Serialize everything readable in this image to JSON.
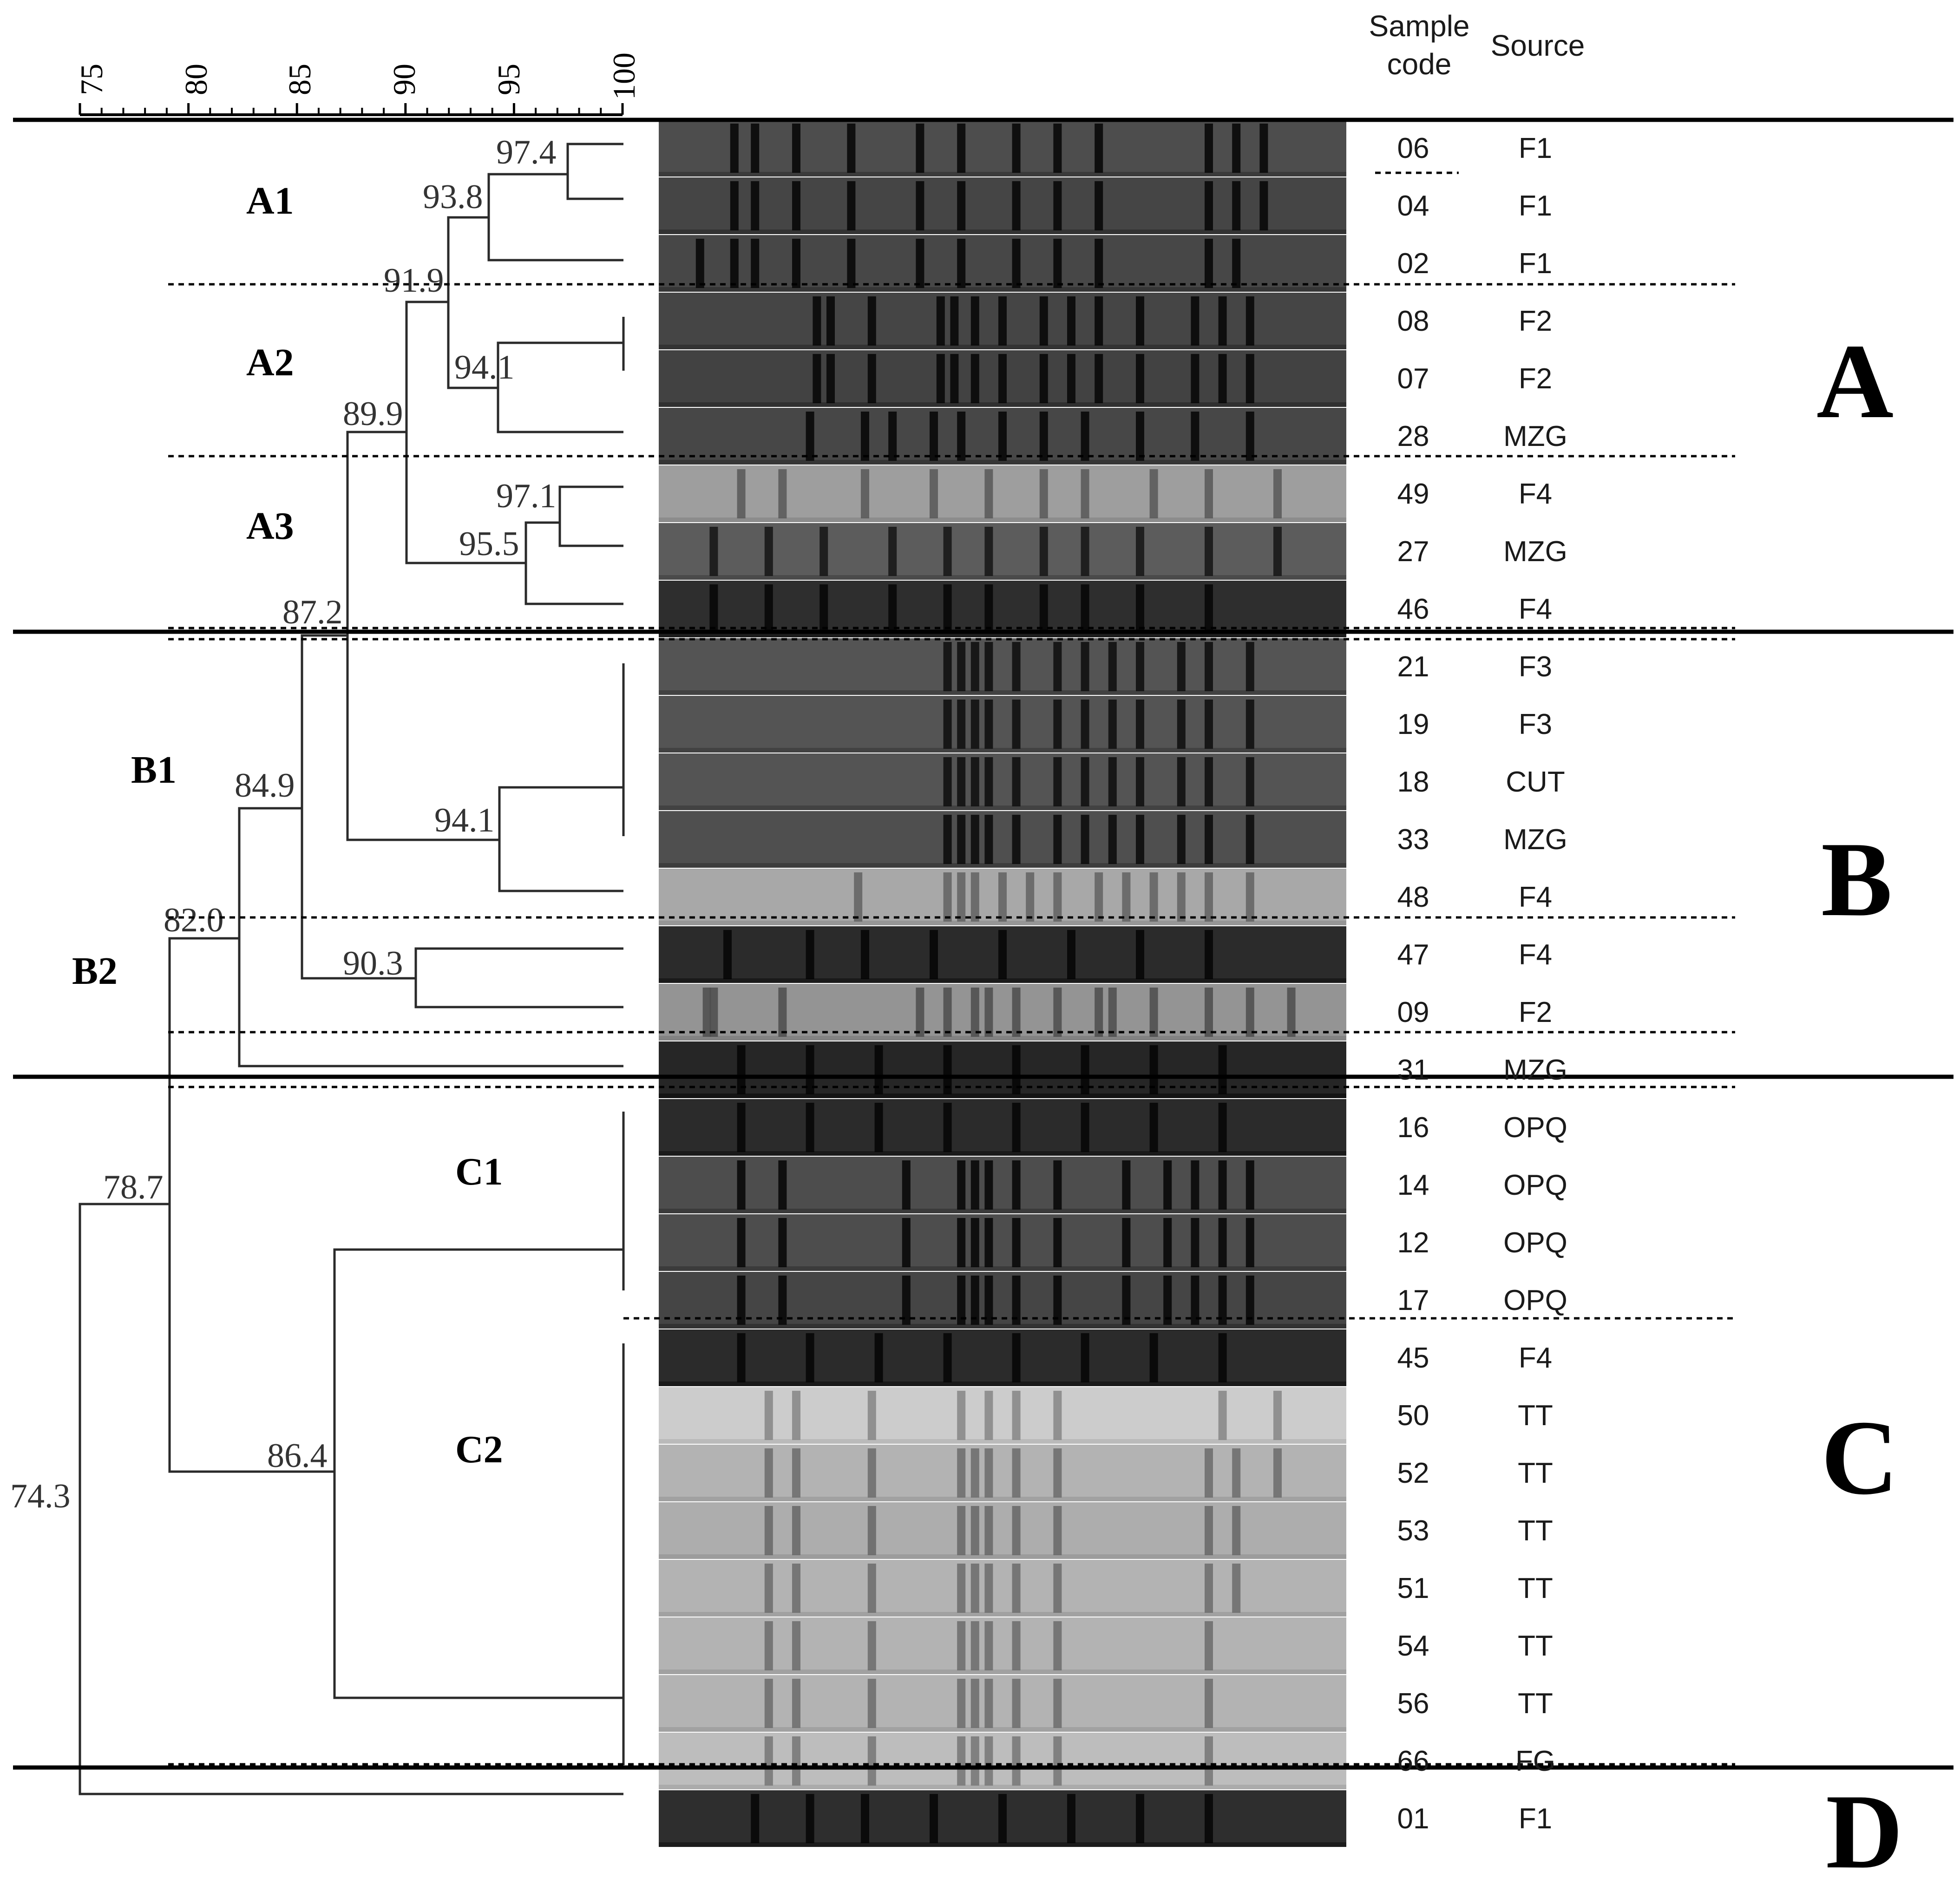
{
  "colors": {
    "ink": "#000000",
    "background": "#ffffff"
  },
  "scale": {
    "ticks": [
      "75",
      "80",
      "85",
      "90",
      "95",
      "100"
    ],
    "values": [
      75,
      80,
      85,
      90,
      95,
      100
    ]
  },
  "header": {
    "sample_code": [
      "Sample",
      "code"
    ],
    "source": "Source"
  },
  "lanes": [
    {
      "code": "06",
      "source": "F1",
      "shade": 0.3,
      "bands": [
        0.11,
        0.14,
        0.2,
        0.28,
        0.38,
        0.44,
        0.52,
        0.58,
        0.64,
        0.8,
        0.84,
        0.88
      ]
    },
    {
      "code": "04",
      "source": "F1",
      "shade": 0.27,
      "bands": [
        0.11,
        0.14,
        0.2,
        0.28,
        0.38,
        0.44,
        0.52,
        0.58,
        0.64,
        0.8,
        0.84,
        0.88
      ]
    },
    {
      "code": "02",
      "source": "F1",
      "shade": 0.28,
      "bands": [
        0.06,
        0.11,
        0.14,
        0.2,
        0.28,
        0.38,
        0.44,
        0.52,
        0.58,
        0.64,
        0.8,
        0.84
      ]
    },
    {
      "code": "08",
      "source": "F2",
      "shade": 0.27,
      "bands": [
        0.23,
        0.25,
        0.31,
        0.41,
        0.43,
        0.46,
        0.5,
        0.56,
        0.6,
        0.64,
        0.7,
        0.78,
        0.82,
        0.86
      ]
    },
    {
      "code": "07",
      "source": "F2",
      "shade": 0.26,
      "bands": [
        0.23,
        0.25,
        0.31,
        0.41,
        0.43,
        0.46,
        0.5,
        0.56,
        0.6,
        0.64,
        0.7,
        0.78,
        0.82,
        0.86
      ]
    },
    {
      "code": "28",
      "source": "MZG",
      "shade": 0.28,
      "bands": [
        0.22,
        0.3,
        0.34,
        0.4,
        0.44,
        0.5,
        0.56,
        0.62,
        0.7,
        0.78,
        0.86
      ]
    },
    {
      "code": "49",
      "source": "F4",
      "shade": 0.62,
      "bands": [
        0.12,
        0.18,
        0.3,
        0.4,
        0.48,
        0.56,
        0.62,
        0.72,
        0.8,
        0.9
      ]
    },
    {
      "code": "27",
      "source": "MZG",
      "shade": 0.36,
      "bands": [
        0.08,
        0.16,
        0.24,
        0.34,
        0.42,
        0.48,
        0.56,
        0.62,
        0.7,
        0.8,
        0.9
      ]
    },
    {
      "code": "46",
      "source": "F4",
      "shade": 0.18,
      "bands": [
        0.08,
        0.16,
        0.24,
        0.34,
        0.42,
        0.48,
        0.56,
        0.62,
        0.7,
        0.8
      ]
    },
    {
      "code": "21",
      "source": "F3",
      "shade": 0.33,
      "bands": [
        0.42,
        0.44,
        0.46,
        0.48,
        0.52,
        0.58,
        0.62,
        0.66,
        0.7,
        0.76,
        0.8,
        0.86
      ]
    },
    {
      "code": "19",
      "source": "F3",
      "shade": 0.33,
      "bands": [
        0.42,
        0.44,
        0.46,
        0.48,
        0.52,
        0.58,
        0.62,
        0.66,
        0.7,
        0.76,
        0.8,
        0.86
      ]
    },
    {
      "code": "18",
      "source": "CUT",
      "shade": 0.33,
      "bands": [
        0.42,
        0.44,
        0.46,
        0.48,
        0.52,
        0.58,
        0.62,
        0.66,
        0.7,
        0.76,
        0.8,
        0.86
      ]
    },
    {
      "code": "33",
      "source": "MZG",
      "shade": 0.31,
      "bands": [
        0.42,
        0.44,
        0.46,
        0.48,
        0.52,
        0.58,
        0.62,
        0.66,
        0.7,
        0.76,
        0.8,
        0.86
      ]
    },
    {
      "code": "48",
      "source": "F4",
      "shade": 0.66,
      "bands": [
        0.29,
        0.42,
        0.44,
        0.46,
        0.5,
        0.54,
        0.58,
        0.64,
        0.68,
        0.72,
        0.76,
        0.8,
        0.86
      ]
    },
    {
      "code": "47",
      "source": "F4",
      "shade": 0.17,
      "bands": [
        0.1,
        0.22,
        0.3,
        0.4,
        0.5,
        0.6,
        0.7,
        0.8
      ]
    },
    {
      "code": "09",
      "source": "F2",
      "shade": 0.58,
      "bands": [
        0.07,
        0.08,
        0.18,
        0.38,
        0.42,
        0.46,
        0.48,
        0.52,
        0.58,
        0.64,
        0.66,
        0.72,
        0.8,
        0.86,
        0.92
      ]
    },
    {
      "code": "31",
      "source": "MZG",
      "shade": 0.15,
      "bands": [
        0.12,
        0.22,
        0.32,
        0.42,
        0.52,
        0.62,
        0.72,
        0.82
      ]
    },
    {
      "code": "16",
      "source": "OPQ",
      "shade": 0.17,
      "bands": [
        0.12,
        0.22,
        0.32,
        0.42,
        0.52,
        0.62,
        0.72,
        0.82
      ]
    },
    {
      "code": "14",
      "source": "OPQ",
      "shade": 0.3,
      "bands": [
        0.12,
        0.18,
        0.36,
        0.44,
        0.46,
        0.48,
        0.52,
        0.58,
        0.68,
        0.74,
        0.78,
        0.82,
        0.86
      ]
    },
    {
      "code": "12",
      "source": "OPQ",
      "shade": 0.3,
      "bands": [
        0.12,
        0.18,
        0.36,
        0.44,
        0.46,
        0.48,
        0.52,
        0.58,
        0.68,
        0.74,
        0.78,
        0.82,
        0.86
      ]
    },
    {
      "code": "17",
      "source": "OPQ",
      "shade": 0.27,
      "bands": [
        0.12,
        0.18,
        0.36,
        0.44,
        0.46,
        0.48,
        0.52,
        0.58,
        0.68,
        0.74,
        0.78,
        0.82,
        0.86
      ]
    },
    {
      "code": "45",
      "source": "F4",
      "shade": 0.17,
      "bands": [
        0.12,
        0.22,
        0.32,
        0.42,
        0.52,
        0.62,
        0.72,
        0.82
      ]
    },
    {
      "code": "50",
      "source": "TT",
      "shade": 0.8,
      "bands": [
        0.16,
        0.2,
        0.31,
        0.44,
        0.48,
        0.52,
        0.58,
        0.82,
        0.9
      ]
    },
    {
      "code": "52",
      "source": "TT",
      "shade": 0.7,
      "bands": [
        0.16,
        0.2,
        0.31,
        0.44,
        0.46,
        0.48,
        0.52,
        0.58,
        0.8,
        0.84,
        0.9
      ]
    },
    {
      "code": "53",
      "source": "TT",
      "shade": 0.68,
      "bands": [
        0.16,
        0.2,
        0.31,
        0.44,
        0.46,
        0.48,
        0.52,
        0.58,
        0.8,
        0.84
      ]
    },
    {
      "code": "51",
      "source": "TT",
      "shade": 0.7,
      "bands": [
        0.16,
        0.2,
        0.31,
        0.44,
        0.46,
        0.48,
        0.52,
        0.58,
        0.8,
        0.84
      ]
    },
    {
      "code": "54",
      "source": "TT",
      "shade": 0.7,
      "bands": [
        0.16,
        0.2,
        0.31,
        0.44,
        0.46,
        0.48,
        0.52,
        0.58,
        0.8
      ]
    },
    {
      "code": "56",
      "source": "TT",
      "shade": 0.7,
      "bands": [
        0.16,
        0.2,
        0.31,
        0.44,
        0.46,
        0.48,
        0.52,
        0.58,
        0.8
      ]
    },
    {
      "code": "66",
      "source": "FG",
      "shade": 0.74,
      "bands": [
        0.16,
        0.2,
        0.31,
        0.44,
        0.46,
        0.48,
        0.52,
        0.58,
        0.8
      ]
    },
    {
      "code": "01",
      "source": "F1",
      "shade": 0.18,
      "bands": [
        0.14,
        0.22,
        0.3,
        0.4,
        0.5,
        0.6,
        0.7,
        0.8
      ]
    }
  ],
  "nodes": [
    {
      "label": "97.4",
      "similarity": 97.4,
      "children": [
        0,
        1
      ]
    },
    {
      "label": "93.8",
      "similarity": 93.8,
      "children": [
        2
      ]
    },
    {
      "label": "91.9",
      "similarity": 91.9,
      "children": []
    },
    {
      "label": "94.1",
      "similarity": 94.1,
      "children": [
        3,
        4,
        5
      ]
    },
    {
      "label": "89.9",
      "similarity": 89.9,
      "children": []
    },
    {
      "label": "97.1",
      "similarity": 97.1,
      "children": [
        6,
        7
      ]
    },
    {
      "label": "95.5",
      "similarity": 95.5,
      "children": [
        8
      ]
    },
    {
      "label": "87.2",
      "similarity": 87.2,
      "children": []
    },
    {
      "label": "94.1",
      "similarity": 94.1,
      "children": [
        9,
        10,
        11,
        12,
        13
      ]
    },
    {
      "label": "84.9",
      "similarity": 84.9,
      "children": []
    },
    {
      "label": "90.3",
      "similarity": 90.3,
      "children": [
        14,
        15
      ]
    },
    {
      "label": "82.0",
      "similarity": 82.0,
      "children": [
        16
      ]
    },
    {
      "label": "78.7",
      "similarity": 78.7,
      "children": []
    },
    {
      "label": "86.4",
      "similarity": 86.4,
      "children": [
        17,
        18,
        19,
        20,
        21,
        22,
        23,
        24,
        25,
        26,
        27,
        28
      ]
    },
    {
      "label": "74.3",
      "similarity": 74.3,
      "children": [
        29
      ]
    }
  ],
  "subclusters": [
    "A1",
    "A2",
    "A3",
    "B1",
    "B2",
    "C1",
    "C2"
  ],
  "clusters": [
    "A",
    "B",
    "C",
    "D"
  ]
}
